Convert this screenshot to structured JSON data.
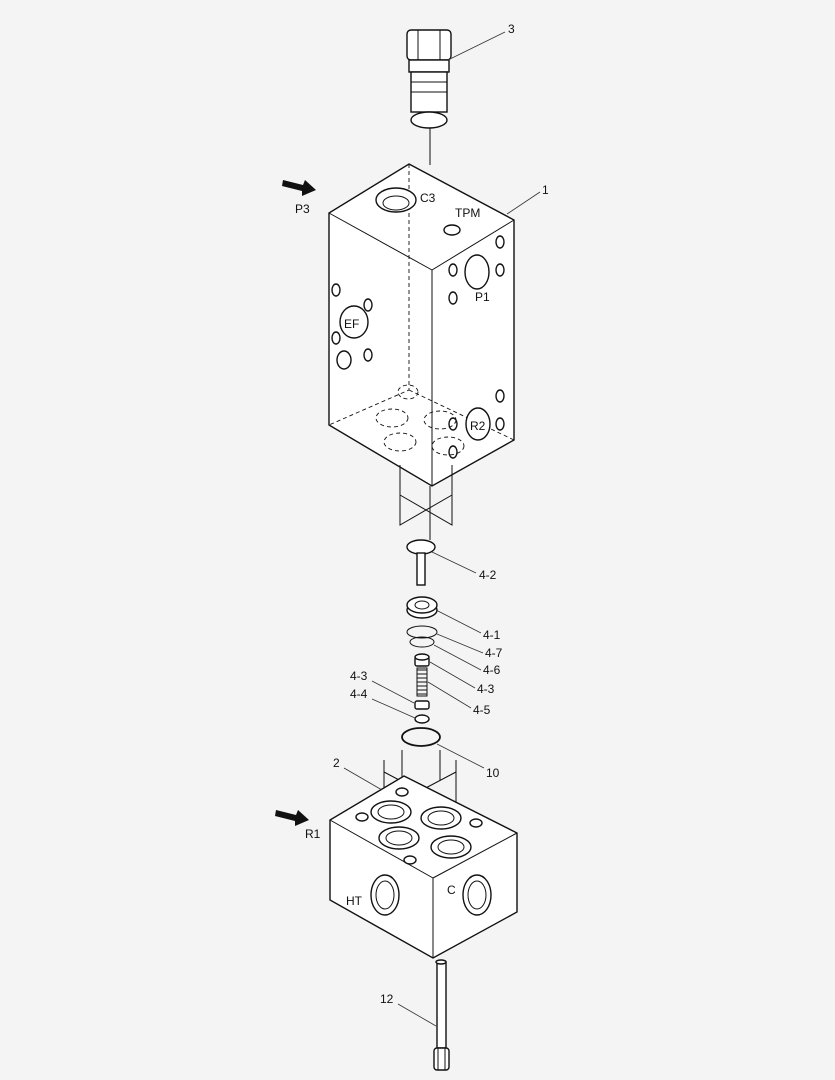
{
  "callouts": {
    "c3": "3",
    "c1": "1",
    "c2": "2",
    "c10": "10",
    "c12": "12",
    "c4_2": "4-2",
    "c4_1": "4-1",
    "c4_7": "4-7",
    "c4_6": "4-6",
    "c4_3a": "4-3",
    "c4_5": "4-5",
    "c4_3b": "4-3",
    "c4_4": "4-4"
  },
  "ports": {
    "p3": "P3",
    "c3": "C3",
    "tpm": "TPM",
    "p1": "P1",
    "ef": "EF",
    "r2": "R2",
    "r1": "R1",
    "ht": "HT",
    "c": "C"
  },
  "icons": {
    "flow_arrow": "arrow-right-down-icon"
  }
}
